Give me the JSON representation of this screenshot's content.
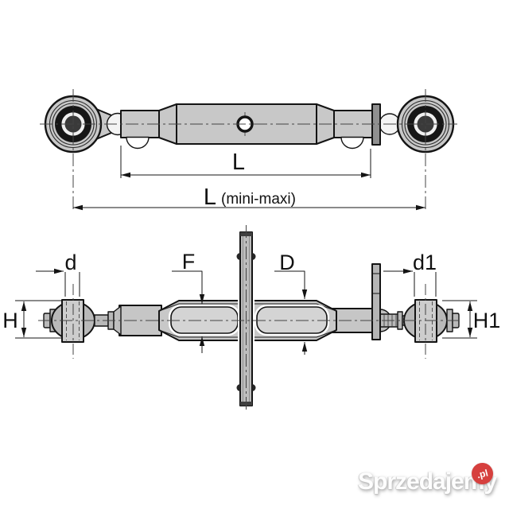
{
  "top_view": {
    "closed_length_label": "L",
    "overall_length_label": "L",
    "overall_length_suffix": "(mini-maxi)"
  },
  "side_view": {
    "bore_left_label": "d",
    "thread_left_label": "F",
    "body_diameter_label": "D",
    "bore_right_label": "d1",
    "height_left_label": "H",
    "height_right_label": "H1"
  },
  "watermark": {
    "brand": "Sprzedajemy",
    "badge": ".pl",
    "badge_color": "#d6403e"
  },
  "colors": {
    "line": "#141414",
    "part_fill": "#c8c8c8",
    "ball_fill": "#b9b9b9",
    "background": "#ffffff",
    "watermark_red": "#d6403e"
  }
}
